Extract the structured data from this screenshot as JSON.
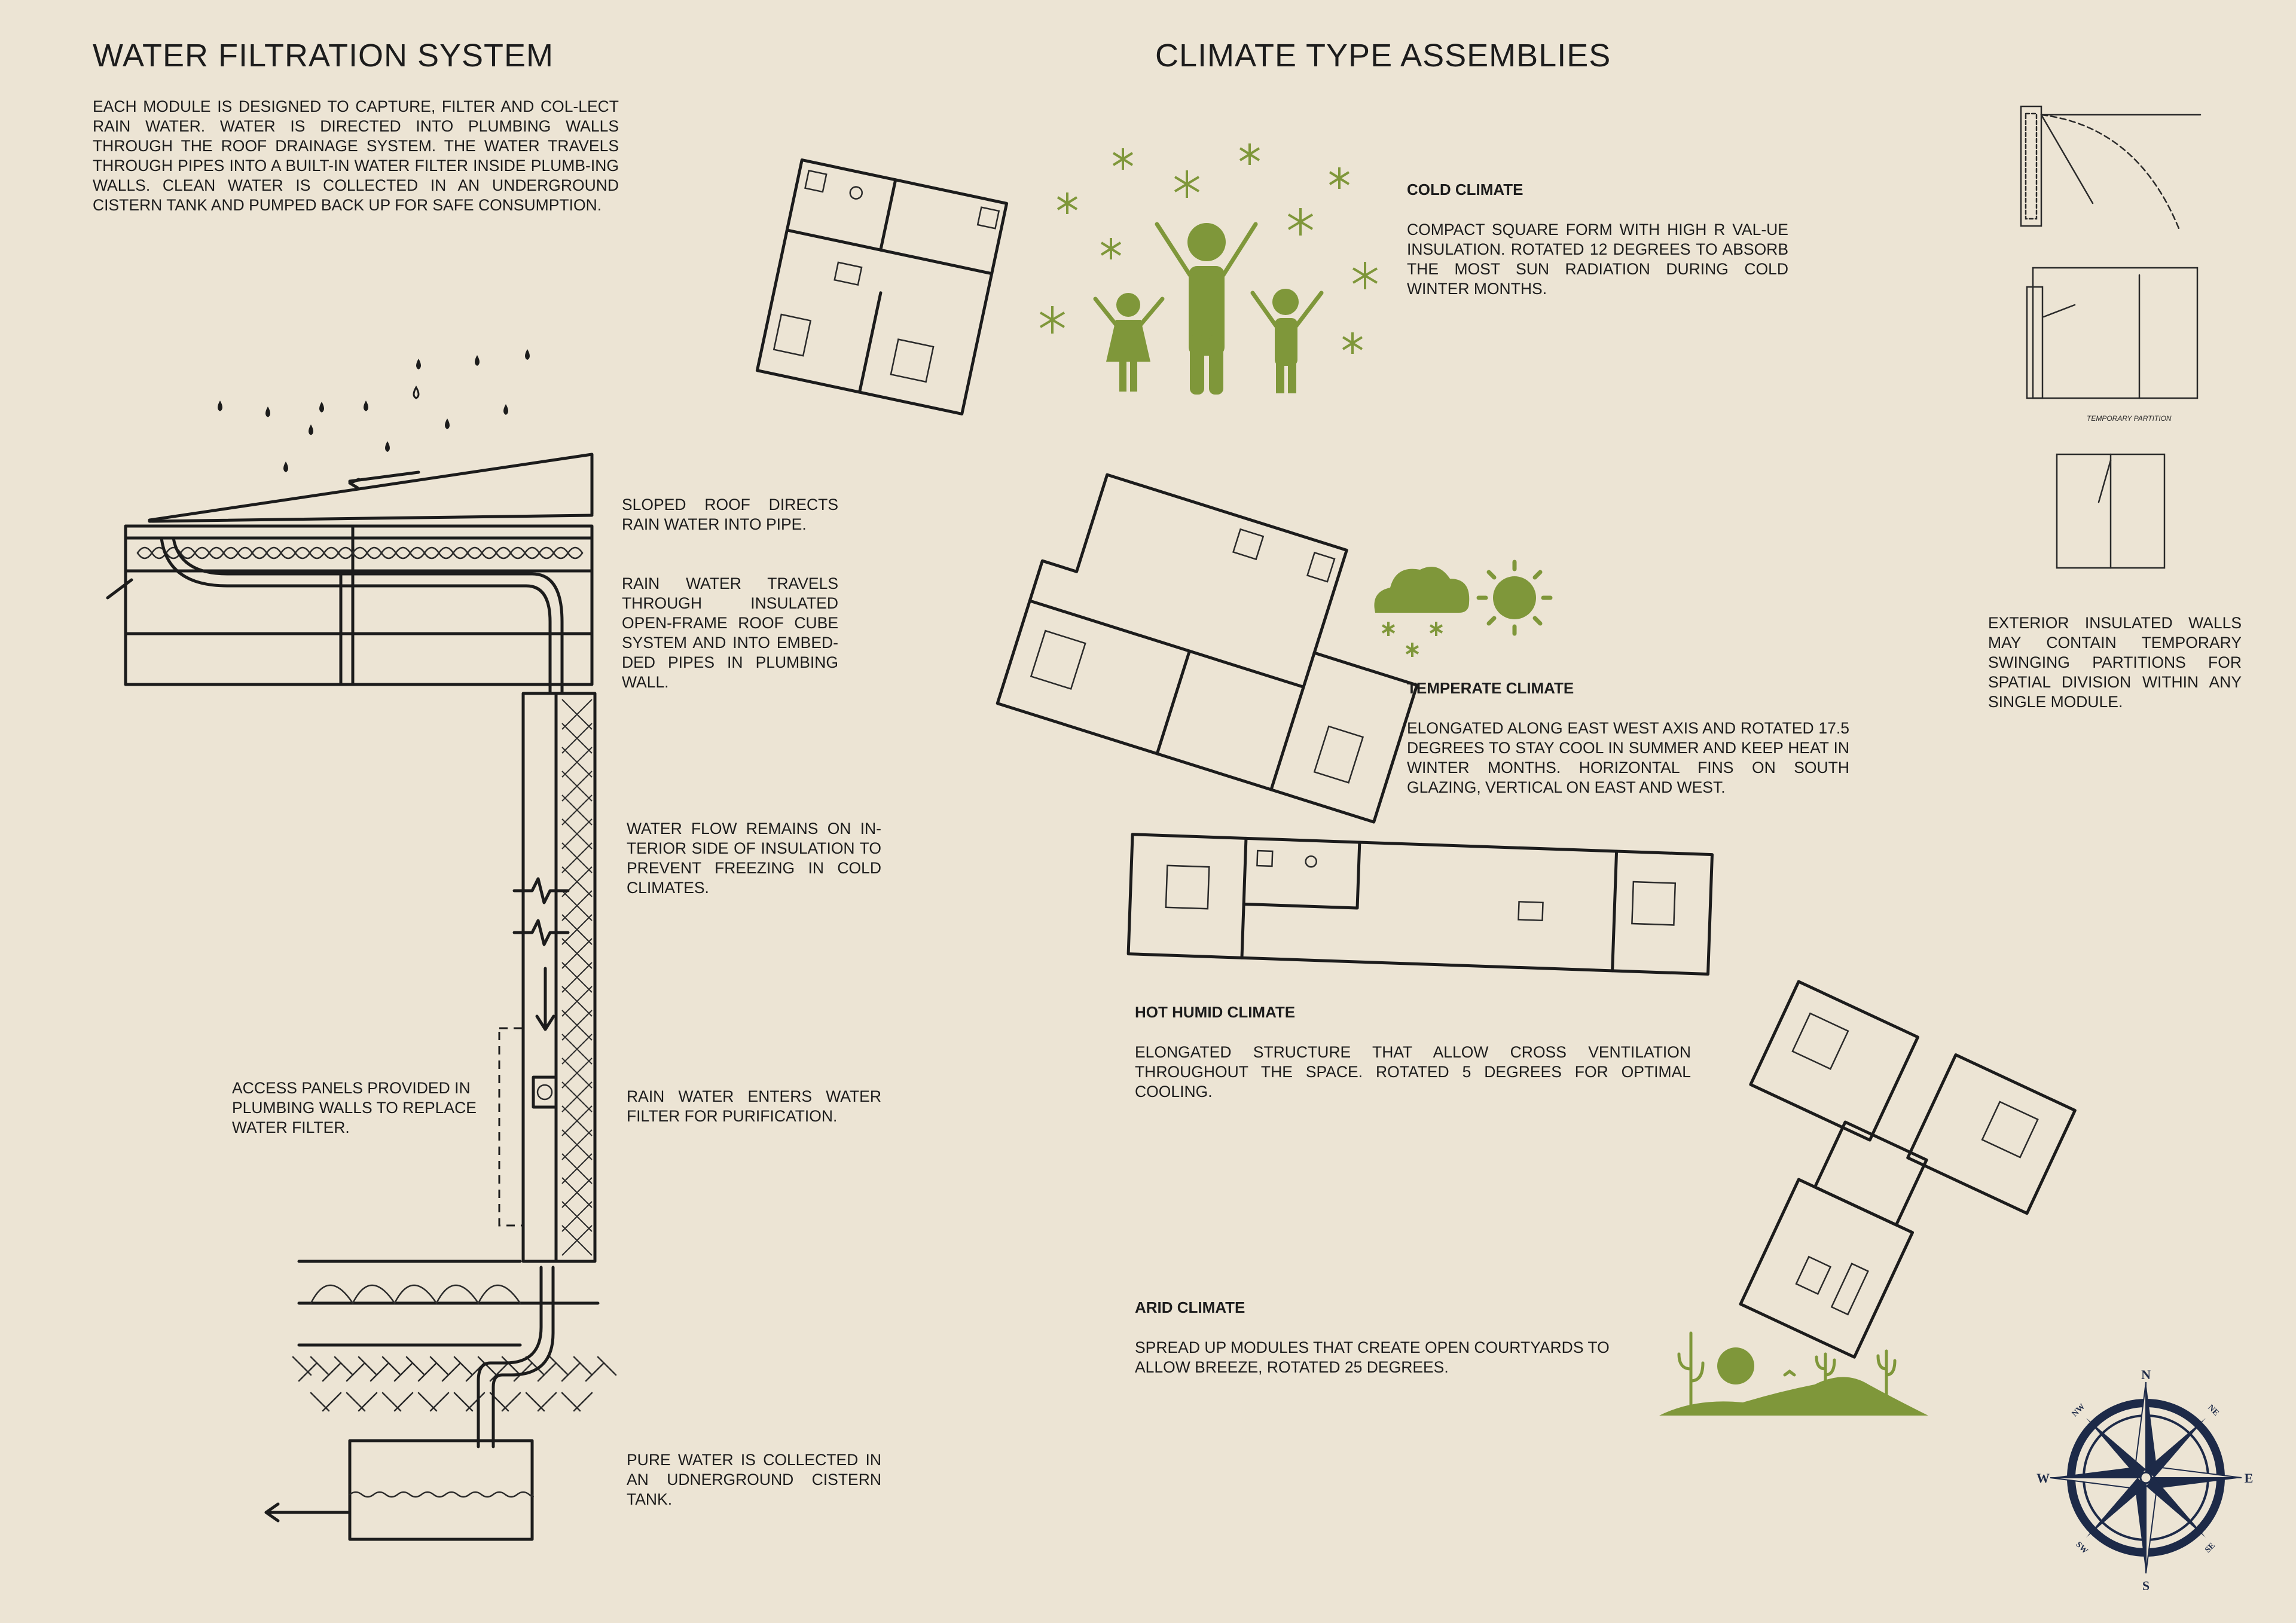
{
  "water": {
    "title": "WATER FILTRATION SYSTEM",
    "intro": "EACH MODULE IS DESIGNED TO CAPTURE, FILTER AND COL-LECT RAIN WATER. WATER IS DIRECTED INTO PLUMBING WALLS THROUGH THE ROOF DRAINAGE SYSTEM. THE WATER TRAVELS THROUGH PIPES INTO A BUILT-IN WATER FILTER INSIDE PLUMB-ING WALLS. CLEAN WATER IS COLLECTED IN AN UNDERGROUND CISTERN TANK AND PUMPED BACK UP FOR SAFE CONSUMPTION.",
    "notes": {
      "sloped_roof": "SLOPED ROOF DIRECTS RAIN WATER INTO PIPE.",
      "rain_travels": "RAIN WATER TRAVELS THROUGH INSULATED OPEN-FRAME ROOF CUBE SYSTEM AND INTO EMBED-DED PIPES IN PLUMBING WALL.",
      "water_flow": "WATER FLOW REMAINS ON IN-TERIOR SIDE OF INSULATION TO PREVENT FREEZING IN COLD CLIMATES.",
      "access_panels": "ACCESS PANELS PROVIDED IN PLUMBING WALLS TO REPLACE WATER FILTER.",
      "filter": "RAIN WATER ENTERS WATER FILTER FOR PURIFICATION.",
      "pure_water": "PURE WATER IS COLLECTED IN AN UDNERGROUND CISTERN TANK."
    }
  },
  "climate": {
    "title": "CLIMATE TYPE ASSEMBLIES",
    "cold": {
      "heading": "COLD CLIMATE",
      "text": "COMPACT SQUARE FORM WITH HIGH R VAL-UE INSULATION. ROTATED 12 DEGREES TO ABSORB THE MOST SUN RADIATION DURING COLD WINTER MONTHS."
    },
    "temperate": {
      "heading": "TEMPERATE CLIMATE",
      "text": "ELONGATED ALONG EAST WEST AXIS AND ROTATED 17.5 DEGREES TO STAY COOL IN SUMMER AND KEEP HEAT IN WINTER MONTHS. HORIZONTAL FINS ON SOUTH GLAZING, VERTICAL ON EAST AND WEST."
    },
    "hot_humid": {
      "heading": "HOT HUMID CLIMATE",
      "text": "ELONGATED STRUCTURE THAT ALLOW CROSS VENTILATION THROUGHOUT THE SPACE. ROTATED 5 DEGREES FOR OPTIMAL COOLING."
    },
    "arid": {
      "heading": "ARID CLIMATE",
      "text": "SPREAD UP MODULES THAT CREATE OPEN COURTYARDS TO ALLOW BREEZE, ROTATED 25 DEGREES."
    }
  },
  "partitions": {
    "text": "EXTERIOR INSULATED WALLS MAY CONTAIN TEMPORARY SWINGING PARTITIONS FOR SPATIAL DIVISION WITHIN ANY SINGLE MODULE.",
    "sketch_label": "TEMPORARY PARTITION"
  },
  "compass": {
    "n": "N",
    "s": "S",
    "e": "E",
    "w": "W",
    "nw": "NW",
    "ne": "NE",
    "sw": "SW",
    "se": "SE"
  },
  "icons": {
    "cold": "family-snowflakes-icon",
    "temperate": "cloud-snow-sun-icon",
    "arid": "desert-sun-cactus-icon"
  },
  "colors": {
    "background": "#ece4d4",
    "ink": "#1c1c1c",
    "accent_green": "#7f973a",
    "compass_navy": "#1d2a48"
  }
}
